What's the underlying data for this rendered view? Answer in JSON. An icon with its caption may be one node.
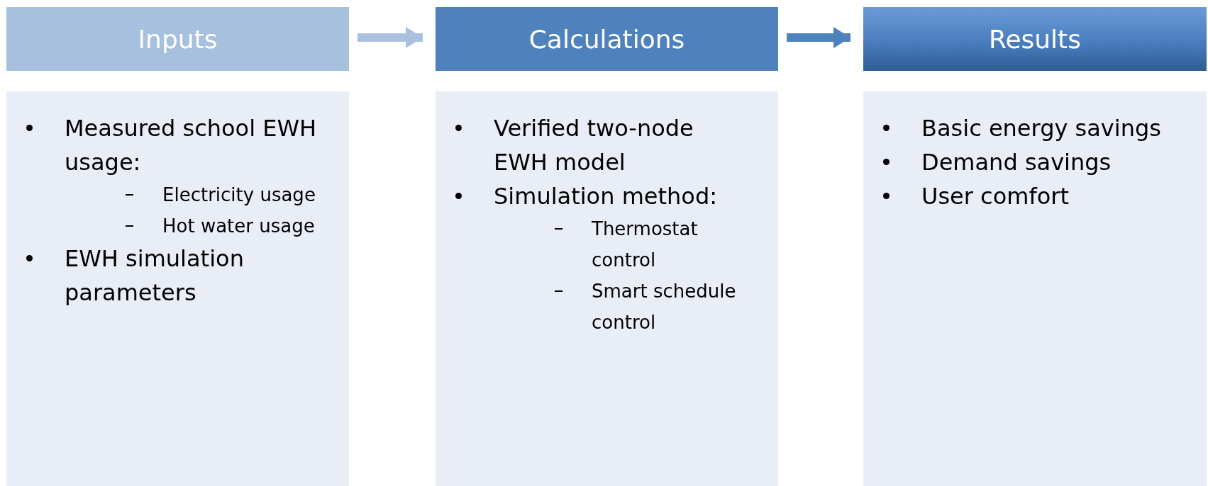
{
  "diagram": {
    "nodes": [
      {
        "text": [
          "Inputs"
        ]
      },
      {
        "text": [
          "Calculations"
        ]
      },
      {
        "text": [
          "Results"
        ]
      },
      {
        "text": [
          "Measured school EWH usage:",
          "Electricity usage",
          "Hot water usage",
          "EWH simulation parameters"
        ]
      },
      {
        "text": [
          "Verified two-node EWH model",
          "Simulation method:",
          "Thermostat control",
          "Smart schedule control"
        ]
      },
      {
        "text": [
          "Basic energy savings",
          "Demand savings",
          "User comfort"
        ]
      }
    ],
    "edges": [
      {
        "from": 0,
        "to": 1,
        "arrow": "to",
        "color": "#a9c1df"
      },
      {
        "from": 1,
        "to": 2,
        "arrow": "to"
      }
    ]
  }
}
